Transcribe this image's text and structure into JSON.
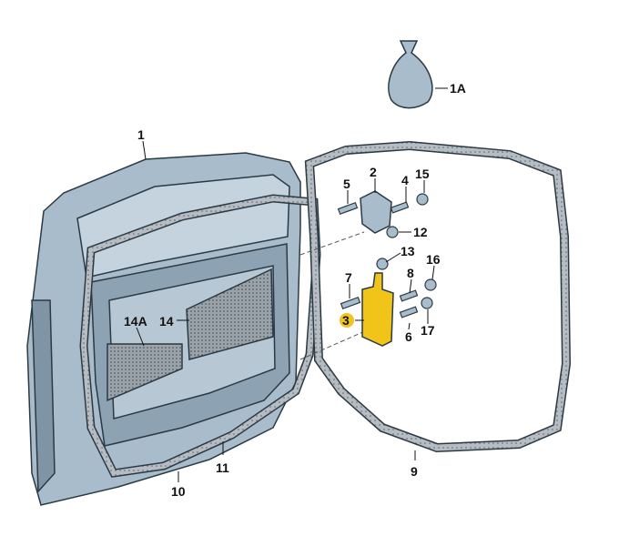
{
  "diagram": {
    "title": "Door seals and lock striker parts diagram",
    "colors": {
      "door": "#a9bccb",
      "door_dark": "#7f95a6",
      "seal": "#b6bcc1",
      "highlight": "#f0c419",
      "outline": "#2a3a44"
    },
    "labels": {
      "door": "1",
      "bag": "1A",
      "upper_bracket": "2",
      "striker": "3",
      "bolt_4": "4",
      "bolt_5": "5",
      "bolt_6": "6",
      "bolt_7": "7",
      "bolt_8": "8",
      "body_seal": "9",
      "door_seal": "10",
      "seal_joint": "11",
      "cap_12": "12",
      "cap_13": "13",
      "pad_14": "14",
      "pad_14a": "14A",
      "nut_15": "15",
      "nut_16": "16",
      "nut_17": "17"
    }
  }
}
